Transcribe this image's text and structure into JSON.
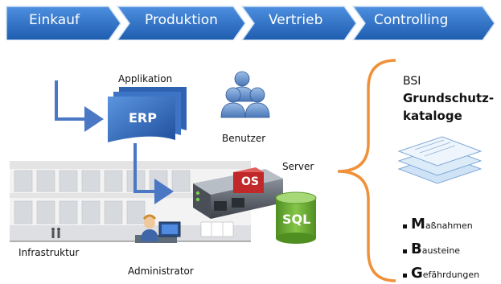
{
  "process": {
    "steps": [
      {
        "label": "Einkauf"
      },
      {
        "label": "Produktion"
      },
      {
        "label": "Vertrieb"
      },
      {
        "label": "Controlling"
      }
    ]
  },
  "diagram": {
    "application_label": "Applikation",
    "erp_label": "ERP",
    "user_label": "Benutzer",
    "server_label": "Server",
    "os_label": "OS",
    "sql_label": "SQL",
    "infra_label": "Infrastruktur",
    "admin_label": "Administrator"
  },
  "bsi": {
    "line1": "BSI",
    "line2": "Grundschutz-",
    "line3": "kataloge",
    "items": [
      {
        "initial": "M",
        "rest": "aßnahmen"
      },
      {
        "initial": "B",
        "rest": "austeine"
      },
      {
        "initial": "G",
        "rest": "efährdungen"
      }
    ]
  },
  "colors": {
    "chevron_fill": "#2b6ec4",
    "chevron_border": "#cfe0f4",
    "arrow": "#4a78c4",
    "bracket": "#f0913a",
    "os_red": "#c0282a",
    "sql_green": "#5fa12c"
  }
}
